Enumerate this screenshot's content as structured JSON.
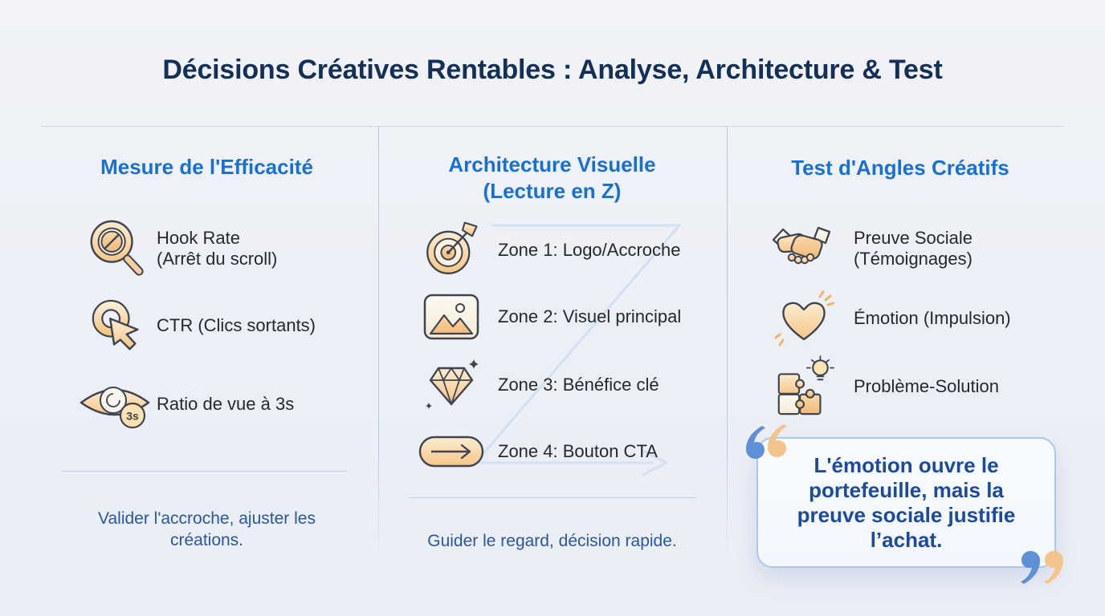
{
  "title": "Décisions Créatives Rentables : Analyse, Architecture & Test",
  "colors": {
    "accent_blue": "#1871d2",
    "title_navy": "#142f58",
    "footer_blue": "#2a56a2",
    "quote_blue": "#1c4a9c",
    "icon_peach": "#f6c687",
    "divider_blue": "#b7c8e2"
  },
  "columns": [
    {
      "heading_lines": [
        "Mesure de l'Efficacité"
      ],
      "items": [
        {
          "icon": "magnifier-block-icon",
          "lines": [
            "Hook Rate",
            "(Arrêt du scroll)"
          ]
        },
        {
          "icon": "click-cursor-icon",
          "lines": [
            "CTR (Clics sortants)"
          ]
        },
        {
          "icon": "eye-3s-icon",
          "badge": "3s",
          "lines": [
            "Ratio de vue à 3s"
          ]
        }
      ],
      "footer": "Valider l'accroche, ajuster les créations."
    },
    {
      "heading_lines": [
        "Architecture Visuelle",
        "(Lecture en Z)"
      ],
      "items": [
        {
          "icon": "target-icon",
          "lines": [
            "Zone 1: Logo/Accroche"
          ]
        },
        {
          "icon": "image-icon",
          "lines": [
            "Zone 2: Visuel principal"
          ]
        },
        {
          "icon": "diamond-icon",
          "lines": [
            "Zone 3: Bénéfice clé"
          ]
        },
        {
          "icon": "cta-button-icon",
          "lines": [
            "Zone 4: Bouton CTA"
          ]
        }
      ],
      "footer": "Guider le regard, décision rapide."
    },
    {
      "heading_lines": [
        "Test d'Angles Créatifs"
      ],
      "items": [
        {
          "icon": "handshake-icon",
          "lines": [
            "Preuve Sociale",
            "(Témoignages)"
          ]
        },
        {
          "icon": "heart-icon",
          "lines": [
            "Émotion (Impulsion)"
          ]
        },
        {
          "icon": "puzzle-bulb-icon",
          "lines": [
            "Problème-Solution"
          ]
        }
      ],
      "quote_lines": [
        "L'émotion ouvre le",
        "portefeuille, mais la",
        "preuve sociale justifie",
        "l’achat."
      ]
    }
  ]
}
